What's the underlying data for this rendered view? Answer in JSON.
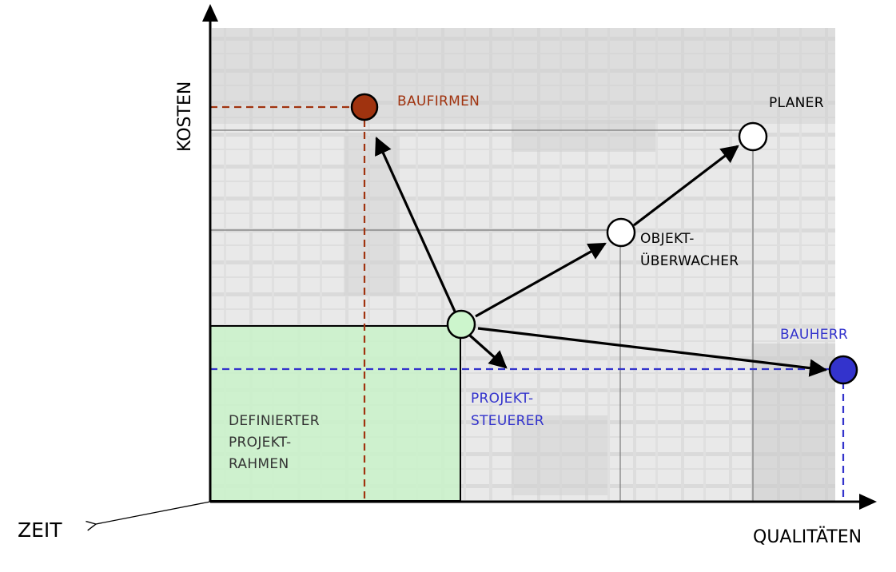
{
  "axes": {
    "y_label": "KOSTEN",
    "x_label": "QUALITÄTEN",
    "z_label": "ZEIT"
  },
  "frame_label": [
    "DEFINIERTER",
    "PROJEKT-",
    "RAHMEN"
  ],
  "nodes": {
    "baufirmen": {
      "label": [
        "BAUFIRMEN"
      ],
      "color": "#a0330f"
    },
    "planer": {
      "label": [
        "PLANER"
      ],
      "color": "#ffffff"
    },
    "objektueberwacher": {
      "label": [
        "OBJEKT-",
        "ÜBERWACHER"
      ],
      "color": "#ffffff"
    },
    "bauherr": {
      "label": [
        "BAUHERR"
      ],
      "color": "#3333cc"
    },
    "projektsteuerer": {
      "label": [
        "PROJEKT-",
        "STEUERER"
      ],
      "color": "#ccf5cc"
    }
  },
  "colors": {
    "baufirmen_text": "#a0330f",
    "bauherr_text": "#3333cc",
    "frame_fill": "#c9f2c9",
    "axis": "#000000",
    "background_photo": "#e4e4e4"
  }
}
